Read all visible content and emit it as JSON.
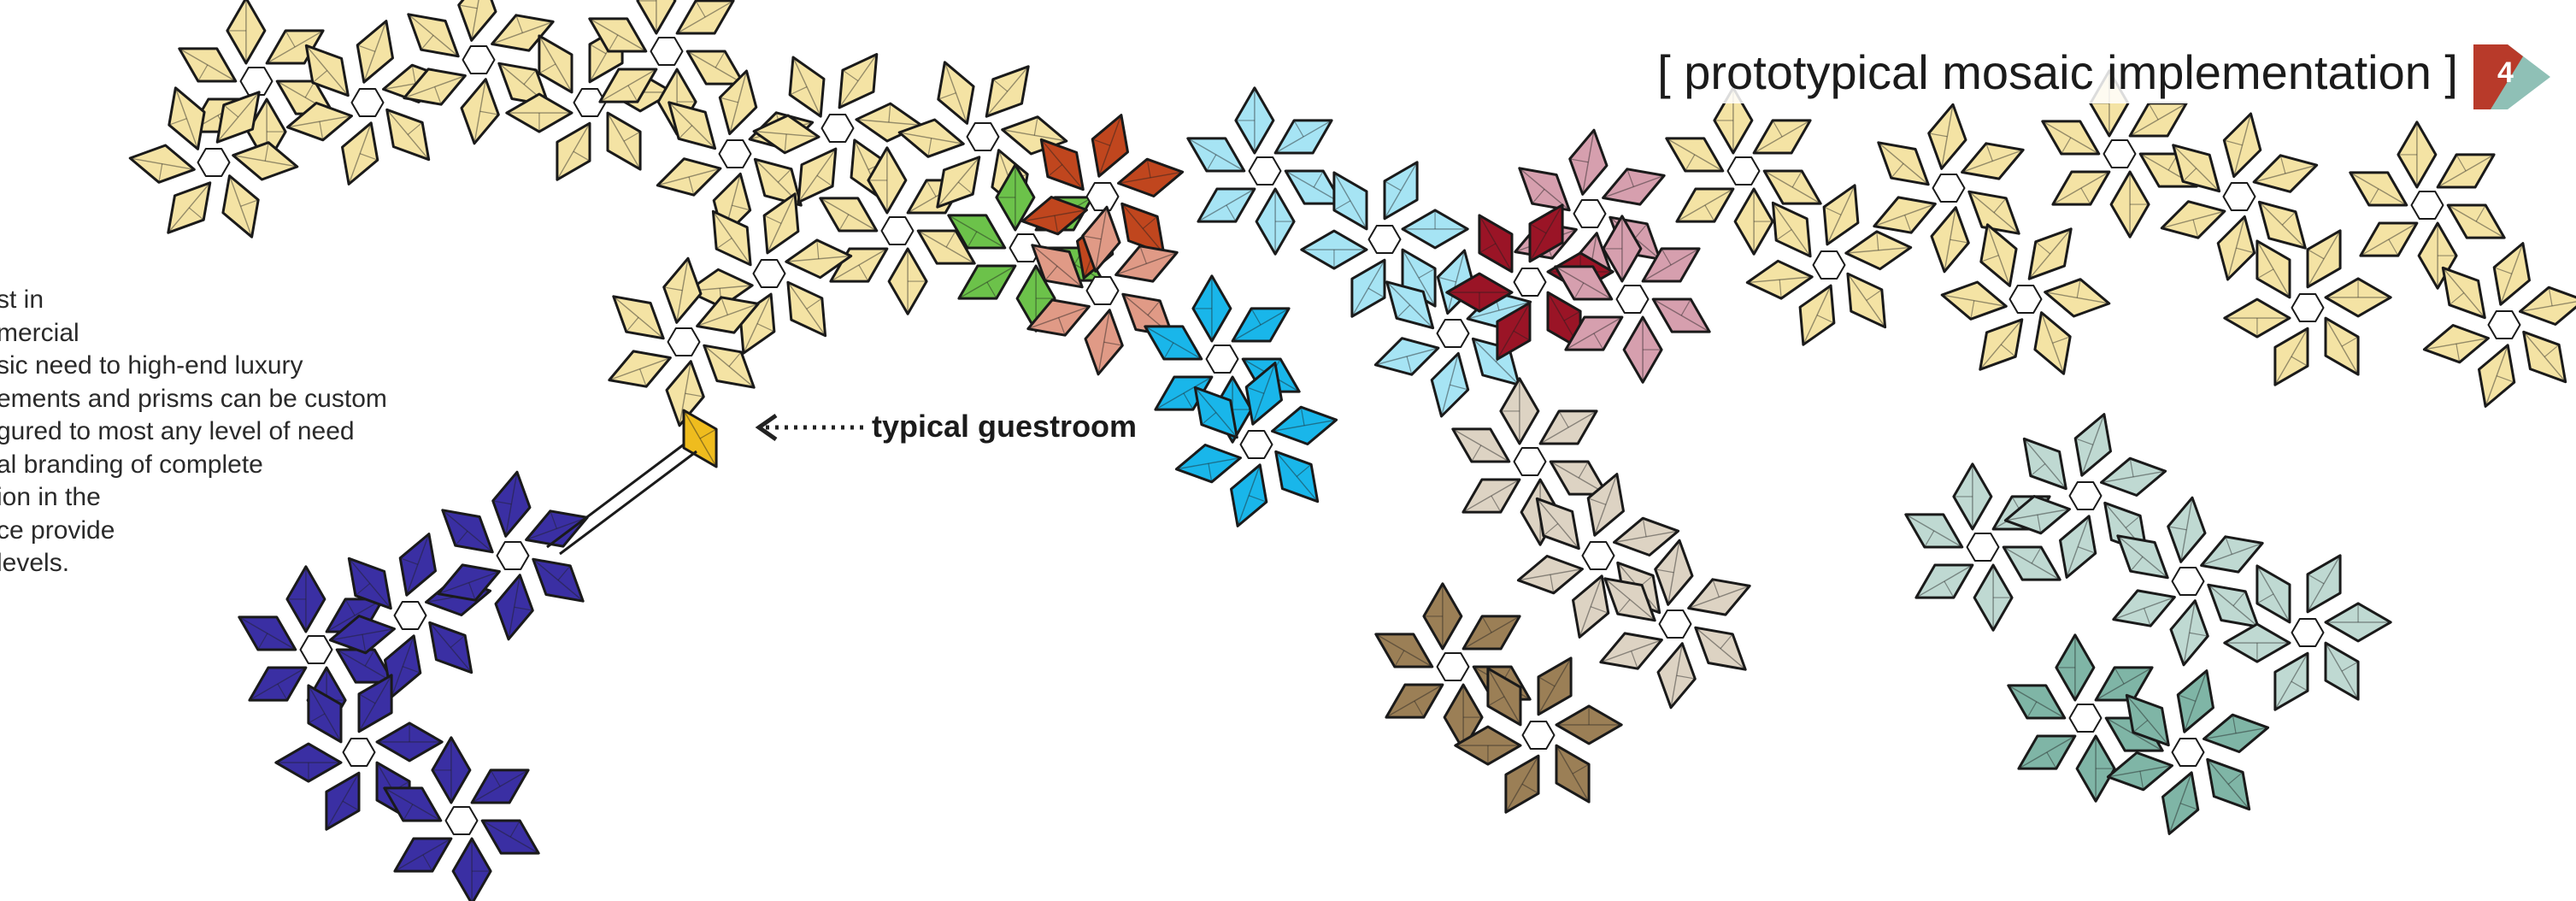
{
  "title": "[ prototypical mosaic implementation ]",
  "page_number": "4",
  "description_lines": [
    "st in",
    "mercial",
    "sic need to high-end luxury",
    "ements and prisms can be custom",
    "gured to most any level of need",
    "al branding of complete",
    "ion in the",
    "ce provide",
    "levels."
  ],
  "callout_label": "typical guestroom",
  "colors": {
    "default_cell": "#f4e3a4",
    "accent_green": "#6cc24a",
    "accent_orange": "#c0461e",
    "accent_salmon": "#e09a86",
    "accent_lightblue": "#a6e4f4",
    "accent_blue": "#19b6ea",
    "accent_rose": "#d69fae",
    "accent_crimson": "#9a1426",
    "accent_beige": "#ddd3c3",
    "accent_brown": "#9b7f56",
    "accent_sage": "#bfd9d2",
    "accent_teal": "#7fb5a6",
    "accent_indigo": "#3a2fa3",
    "accent_gold": "#efbc1e",
    "badge_red": "#b83a2a",
    "badge_teal": "#8fc0b6"
  }
}
